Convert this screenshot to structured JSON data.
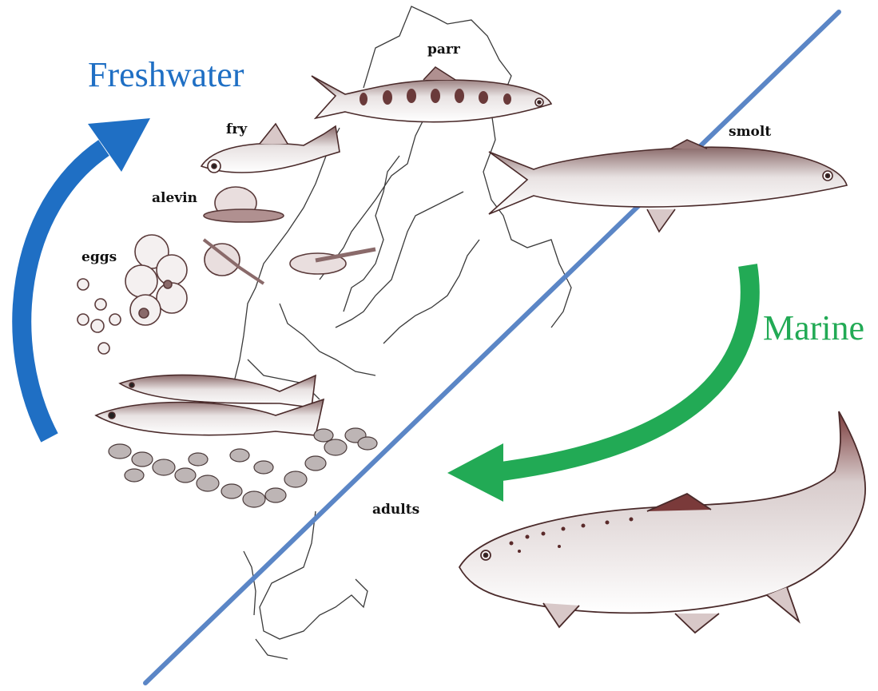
{
  "habitats": {
    "freshwater": {
      "label": "Freshwater",
      "color": "#1f6fc4"
    },
    "marine": {
      "label": "Marine",
      "color": "#22aa55"
    }
  },
  "stages": {
    "parr": "parr",
    "fry": "fry",
    "smolt": "smolt",
    "alevin": "alevin",
    "eggs": "eggs",
    "adults": "adults"
  },
  "colors": {
    "divider": "#5b86c6",
    "ink": "#3a2a2a",
    "fish_dark": "#6a2a2a",
    "map_line": "#333333"
  }
}
